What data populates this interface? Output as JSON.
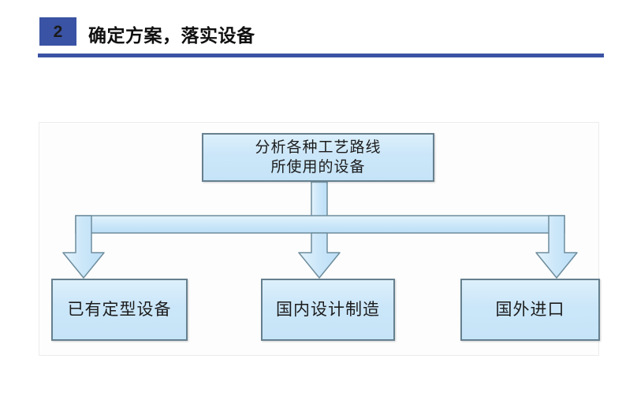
{
  "header": {
    "badge_number": "2",
    "title": "确定方案，落实设备",
    "badge_color": "#3a53a4",
    "rule_color": "#3a53a4"
  },
  "diagram": {
    "type": "org-chart",
    "node_fill": "#cbe6f9",
    "node_border": "#66808f",
    "connector_fill": "#cbe6f9",
    "connector_border": "#6e8d9d",
    "root": {
      "label_line1": "分析各种工艺路线",
      "label_line2": "所使用的设备"
    },
    "children": [
      {
        "label": "已有定型设备"
      },
      {
        "label": "国内设计制造"
      },
      {
        "label": "国外进口"
      }
    ]
  }
}
